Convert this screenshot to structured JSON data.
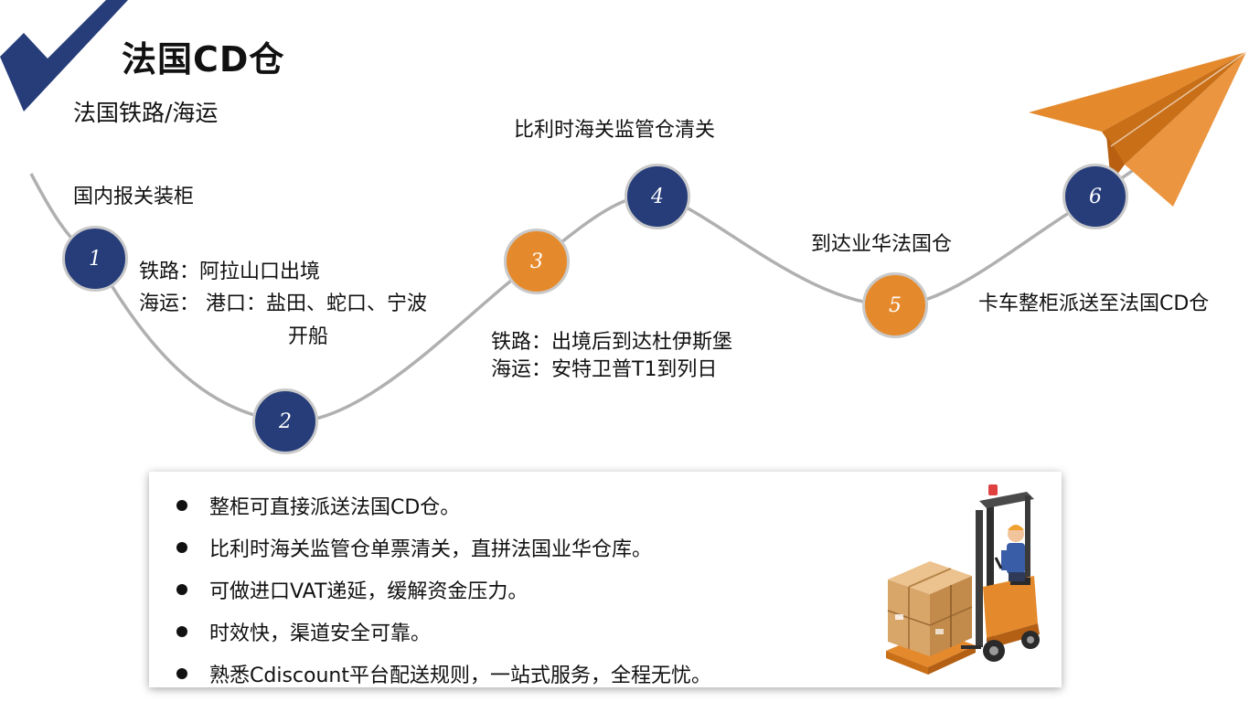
{
  "header": {
    "title": "法国CD仓",
    "subtitle": "法国铁路/海运"
  },
  "route": {
    "steps": [
      {
        "number": "1",
        "color": "blue"
      },
      {
        "number": "2",
        "color": "blue"
      },
      {
        "number": "3",
        "color": "orange"
      },
      {
        "number": "4",
        "color": "blue"
      },
      {
        "number": "5",
        "color": "orange"
      },
      {
        "number": "6",
        "color": "blue"
      }
    ],
    "labels": {
      "customs_loading": "国内报关装柜",
      "rail_exit": "铁路：阿拉山口出境",
      "sea_ports": "海运：  港口：盐田、蛇口、宁波",
      "sea_sail": "开船",
      "rail_arrive": "铁路：出境后到达杜伊斯堡",
      "sea_arrive": "海运：安特卫普T1到列日",
      "belgium_clearance": "比利时海关监管仓清关",
      "arrive_warehouse": "到达业华法国仓",
      "truck_delivery": "卡车整柜派送至法国CD仓"
    }
  },
  "benefits": [
    "整柜可直接派送法国CD仓。",
    "比利时海关监管仓单票清关，直拼法国业华仓库。",
    "可做进口VAT递延，缓解资金压力。",
    "时效快，渠道安全可靠。",
    "熟悉Cdiscount平台配送规则，一站式服务，全程无忧。"
  ],
  "colors": {
    "navy": "#263d7a",
    "orange": "#e58a2c",
    "route_line": "#b0b0b0"
  },
  "icons": {
    "check": "checkmark-icon",
    "plane": "paper-plane-icon",
    "forklift": "forklift-icon"
  }
}
